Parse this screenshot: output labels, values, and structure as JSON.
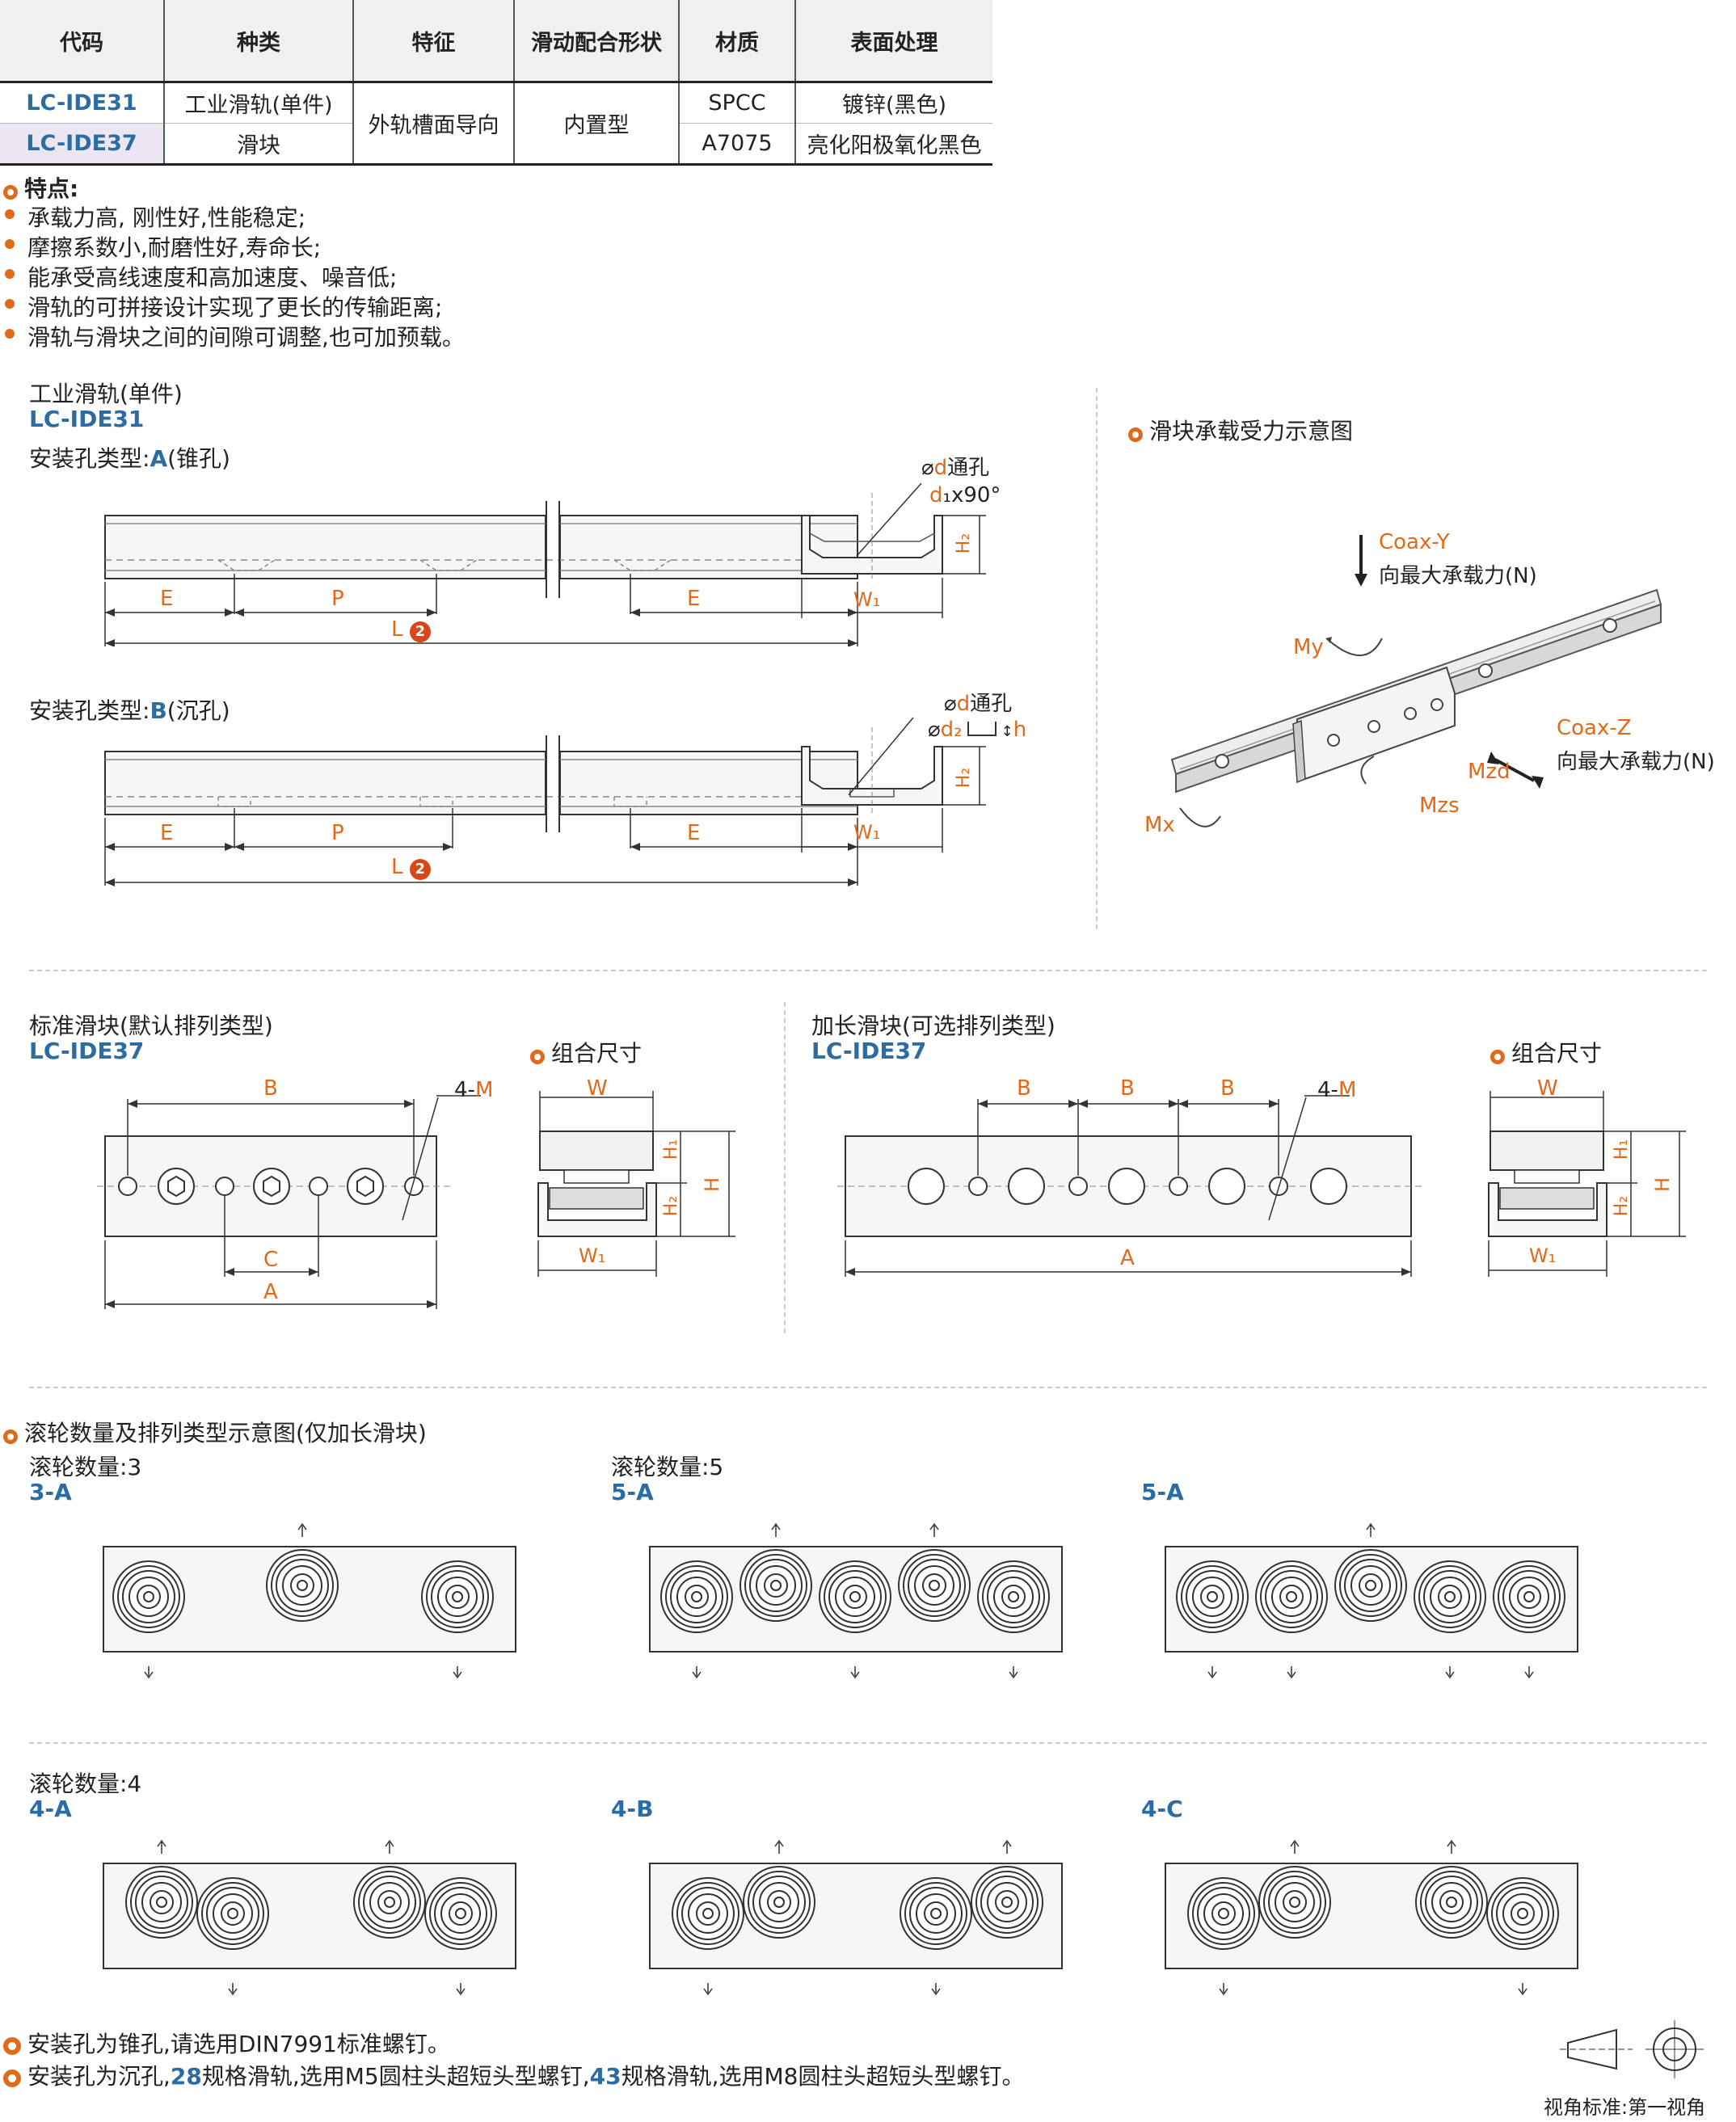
{
  "table": {
    "headers": [
      "代码",
      "种类",
      "特征",
      "滑动配合形状",
      "材质",
      "表面处理"
    ],
    "rows": [
      {
        "code": "LC-IDE31",
        "kind": "工业滑轨(单件)",
        "feature": "外轨槽面导向",
        "shape": "内置型",
        "material": "SPCC",
        "surface": "镀锌(黑色)"
      },
      {
        "code": "LC-IDE37",
        "kind": "滑块",
        "material": "A7075",
        "surface": "亮化阳极氧化黑色"
      }
    ]
  },
  "features": {
    "title": "特点:",
    "items": [
      "承载力高, 刚性好,性能稳定;",
      "摩擦系数小,耐磨性好,寿命长;",
      "能承受高线速度和高加速度、噪音低;",
      "滑轨的可拼接设计实现了更长的传输距离;",
      "滑轨与滑块之间的间隙可调整,也可加预载。"
    ]
  },
  "rail": {
    "title": "工业滑轨(单件)",
    "code": "LC-IDE31",
    "typeA_prefix": "安装孔类型:",
    "typeA_letter": "A",
    "typeA_suffix": "(锥孔)",
    "typeB_prefix": "安装孔类型:",
    "typeB_letter": "B",
    "typeB_suffix": "(沉孔)",
    "dims": {
      "E": "E",
      "P": "P",
      "L": "L",
      "note_num": "2",
      "W1": "W₁",
      "H2": "H₂"
    },
    "holeA_1": "⌀",
    "holeA_d": "d",
    "holeA_2": "通孔",
    "holeA_3": "d",
    "holeA_4": "₁x90°",
    "holeB_1": "⌀",
    "holeB_d": "d",
    "holeB_2": "通孔",
    "holeB_3": "⌀",
    "holeB_4": "d₂",
    "holeB_5": "h"
  },
  "load": {
    "title": "滑块承载受力示意图",
    "coaxY": "Coax-Y",
    "coaxY_desc": "向最大承载力(N)",
    "coaxZ": "Coax-Z",
    "coaxZ_desc": "向最大承载力(N)",
    "my": "My",
    "mx": "Mx",
    "mzd": "Mzd",
    "mzs": "Mzs"
  },
  "std_block": {
    "title": "标准滑块(默认排列类型)",
    "code": "LC-IDE37",
    "combo": "组合尺寸",
    "B": "B",
    "C": "C",
    "A": "A",
    "M_prefix": "4-",
    "M": "M",
    "W": "W",
    "W1": "W₁",
    "H": "H",
    "H1": "H₁",
    "H2": "H₂"
  },
  "long_block": {
    "title": "加长滑块(可选排列类型)",
    "code": "LC-IDE37",
    "combo": "组合尺寸",
    "B": "B",
    "A": "A",
    "M_prefix": "4-",
    "M": "M",
    "W": "W",
    "W1": "W₁",
    "H": "H",
    "H1": "H₁",
    "H2": "H₂"
  },
  "rollers": {
    "title": "滚轮数量及排列类型示意图(仅加长滑块)",
    "count3": "滚轮数量:3",
    "count5": "滚轮数量:5",
    "count4": "滚轮数量:4",
    "t3A": "3-A",
    "t5A1": "5-A",
    "t5A2": "5-A",
    "t4A": "4-A",
    "t4B": "4-B",
    "t4C": "4-C"
  },
  "notes": {
    "n1": "安装孔为锥孔,请选用DIN7991标准螺钉。",
    "n2a": "安装孔为沉孔,",
    "n2b": "28",
    "n2c": "规格滑轨,选用M5圆柱头超短头型螺钉,",
    "n2d": "43",
    "n2e": "规格滑轨,选用M8圆柱头超短头型螺钉。"
  },
  "view": "视角标准:第一视角",
  "colors": {
    "accent": "#e06a1a",
    "code_blue": "#2b6ca3"
  }
}
